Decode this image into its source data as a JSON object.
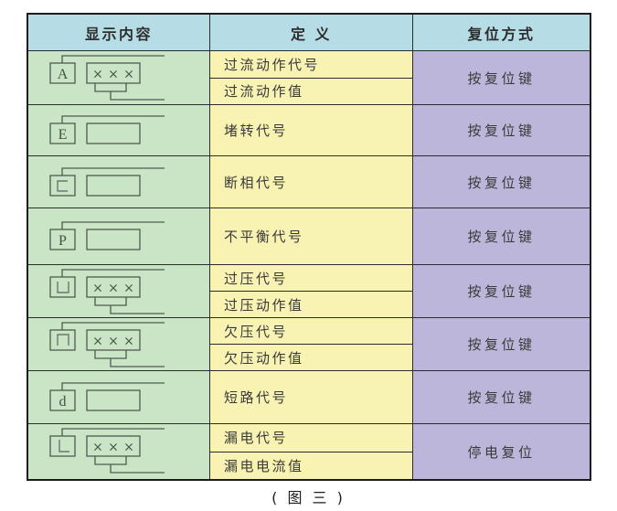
{
  "table": {
    "headers": [
      {
        "label": "显示内容"
      },
      {
        "label": "定 义"
      },
      {
        "label": "复位方式"
      }
    ],
    "rows": [
      {
        "symbol": "A",
        "value_display": "×××",
        "definitions": [
          "过流动作代号",
          "过流动作值"
        ],
        "reset": "按复位键"
      },
      {
        "symbol": "E",
        "value_display": "",
        "definitions": [
          "堵转代号"
        ],
        "reset": "按复位键"
      },
      {
        "symbol": "c",
        "value_display": "",
        "definitions": [
          "断相代号"
        ],
        "reset": "按复位键"
      },
      {
        "symbol": "P",
        "value_display": "",
        "definitions": [
          "不平衡代号"
        ],
        "reset": "按复位键"
      },
      {
        "symbol": "U",
        "value_display": "×××",
        "definitions": [
          "过压代号",
          "过压动作值"
        ],
        "reset": "按复位键"
      },
      {
        "symbol": "n",
        "value_display": "×××",
        "definitions": [
          "欠压代号",
          "欠压动作值"
        ],
        "reset": "按复位键"
      },
      {
        "symbol": "d",
        "value_display": "",
        "definitions": [
          "短路代号"
        ],
        "reset": "按复位键"
      },
      {
        "symbol": "L",
        "value_display": "×××",
        "definitions": [
          "漏电代号",
          "漏电电流值"
        ],
        "reset": "停电复位"
      }
    ]
  },
  "caption": "( 图 三 )",
  "colors": {
    "header_bg": "#b6dde6",
    "display_column_bg": "#c9e5c6",
    "definition_column_bg": "#f8f3b2",
    "reset_column_bg": "#bcb6da",
    "border": "#2b2b2b",
    "diagram_line": "#4f5a50"
  }
}
